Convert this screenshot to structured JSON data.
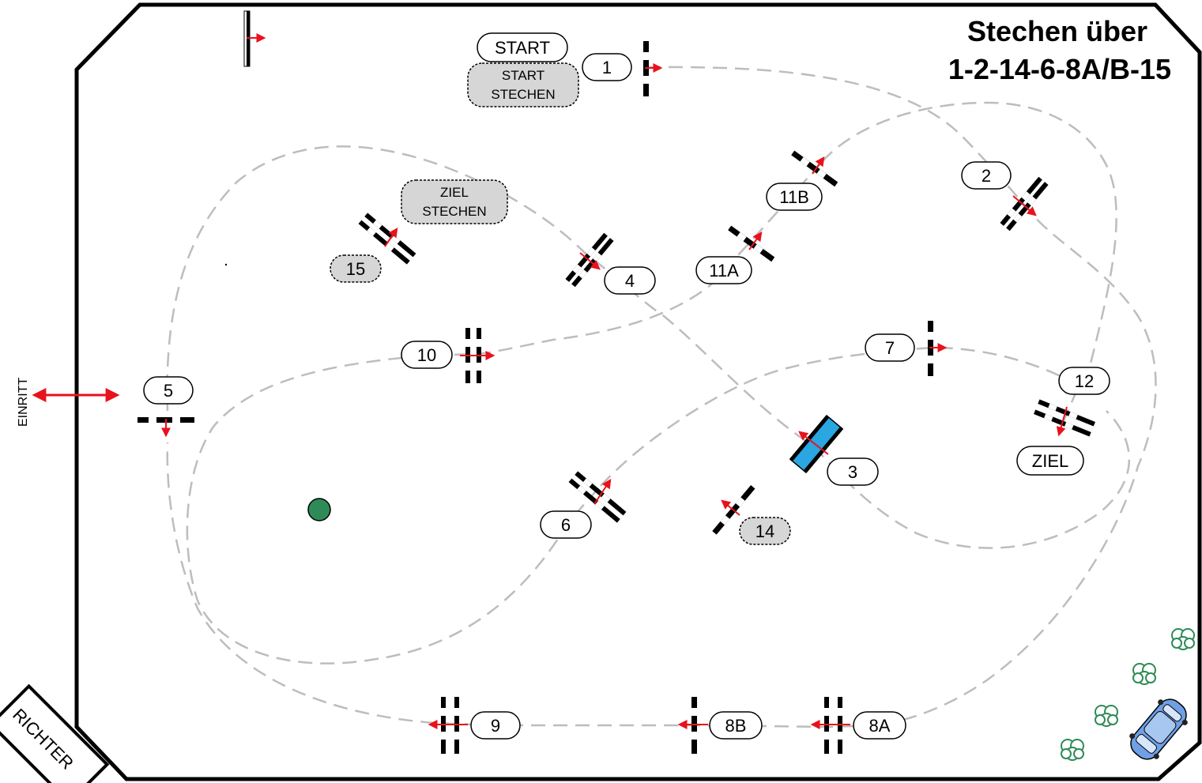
{
  "title": {
    "line1": "Stechen über",
    "line2": "1-2-14-6-8A/B-15"
  },
  "entrance_label": "EINRITT",
  "corner_label": "RICHTER",
  "special_labels": {
    "start": "START",
    "start_jumpoff": [
      "START",
      "STECHEN"
    ],
    "finish": "ZIEL",
    "finish_jumpoff": [
      "ZIEL",
      "STECHEN"
    ]
  },
  "obstacle_numbers": [
    "1",
    "2",
    "3",
    "4",
    "5",
    "6",
    "7",
    "8A",
    "8B",
    "9",
    "10",
    "11A",
    "11B",
    "12",
    "14",
    "15"
  ],
  "jumpoff_obstacles": [
    "14",
    "15"
  ],
  "colors": {
    "course_line": "#bdbdbd",
    "arrow": "#e8121c",
    "water": "#2aa6e0",
    "tree": "#2e8b57",
    "jumpoff_fill": "#d6d6d6",
    "car": "#6fa0e6"
  }
}
